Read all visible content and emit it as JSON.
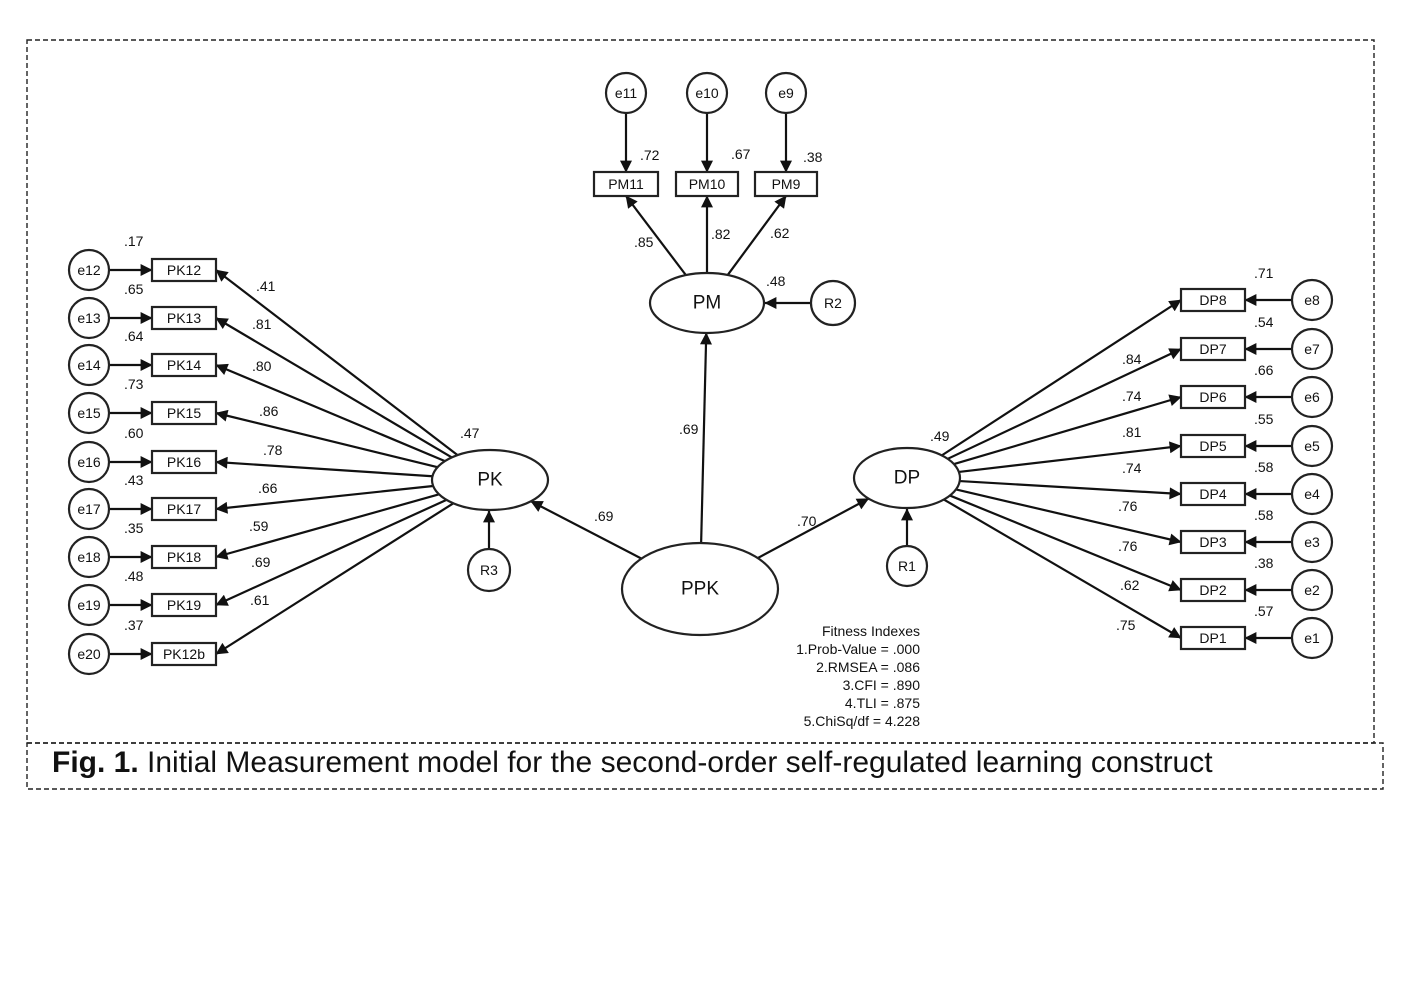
{
  "figure": {
    "caption_number": "Fig. 1.",
    "caption_text": "Initial Measurement model for the second-order self-regulated learning construct"
  },
  "factors": {
    "PPK": "PPK",
    "PK": "PK",
    "PM": "PM",
    "DP": "DP"
  },
  "residuals": {
    "R1": "R1",
    "R2": "R2",
    "R3": "R3"
  },
  "structural_paths": [
    {
      "from": "PPK",
      "to": "PK",
      "coef": ".69"
    },
    {
      "from": "PPK",
      "to": "PM",
      "coef": ".69"
    },
    {
      "from": "PPK",
      "to": "DP",
      "coef": ".70"
    }
  ],
  "factor_r2": {
    "PK": ".47",
    "PM": ".48",
    "DP": ".49"
  },
  "pk_items": [
    {
      "name": "PK12",
      "error": "e12",
      "r2": ".17",
      "loading": ".41"
    },
    {
      "name": "PK13",
      "error": "e13",
      "r2": ".65",
      "loading": ".81"
    },
    {
      "name": "PK14",
      "error": "e14",
      "r2": ".64",
      "loading": ".80"
    },
    {
      "name": "PK15",
      "error": "e15",
      "r2": ".73",
      "loading": ".86"
    },
    {
      "name": "PK16",
      "error": "e16",
      "r2": ".60",
      "loading": ".78"
    },
    {
      "name": "PK17",
      "error": "e17",
      "r2": ".43",
      "loading": ".66"
    },
    {
      "name": "PK18",
      "error": "e18",
      "r2": ".35",
      "loading": ".59"
    },
    {
      "name": "PK19",
      "error": "e19",
      "r2": ".48",
      "loading": ".69"
    },
    {
      "name": "PK12b",
      "error": "e20",
      "r2": ".37",
      "loading": ".61"
    }
  ],
  "pm_items": [
    {
      "name": "PM11",
      "error": "e11",
      "r2": ".72",
      "loading": ".85"
    },
    {
      "name": "PM10",
      "error": "e10",
      "r2": ".67",
      "loading": ".82"
    },
    {
      "name": "PM9",
      "error": "e9",
      "r2": ".38",
      "loading": ".62"
    }
  ],
  "dp_items": [
    {
      "name": "DP8",
      "error": "e8",
      "r2": ".71",
      "loading": ".84"
    },
    {
      "name": "DP7",
      "error": "e7",
      "r2": ".54",
      "loading": ".74"
    },
    {
      "name": "DP6",
      "error": "e6",
      "r2": ".66",
      "loading": ".81"
    },
    {
      "name": "DP5",
      "error": "e5",
      "r2": ".55",
      "loading": ".74"
    },
    {
      "name": "DP4",
      "error": "e4",
      "r2": ".58",
      "loading": ".76"
    },
    {
      "name": "DP3",
      "error": "e3",
      "r2": ".58",
      "loading": ".76"
    },
    {
      "name": "DP2",
      "error": "e2",
      "r2": ".38",
      "loading": ".62"
    },
    {
      "name": "DP1",
      "error": "e1",
      "r2": ".57",
      "loading": ".75"
    }
  ],
  "fitness": {
    "title": "Fitness Indexes",
    "lines": [
      "1.Prob-Value = .000",
      "2.RMSEA = .086",
      "3.CFI  = .890",
      "4.TLI  = .875",
      "5.ChiSq/df = 4.228"
    ]
  },
  "colors": {
    "stroke": "#111111",
    "background": "#ffffff"
  }
}
